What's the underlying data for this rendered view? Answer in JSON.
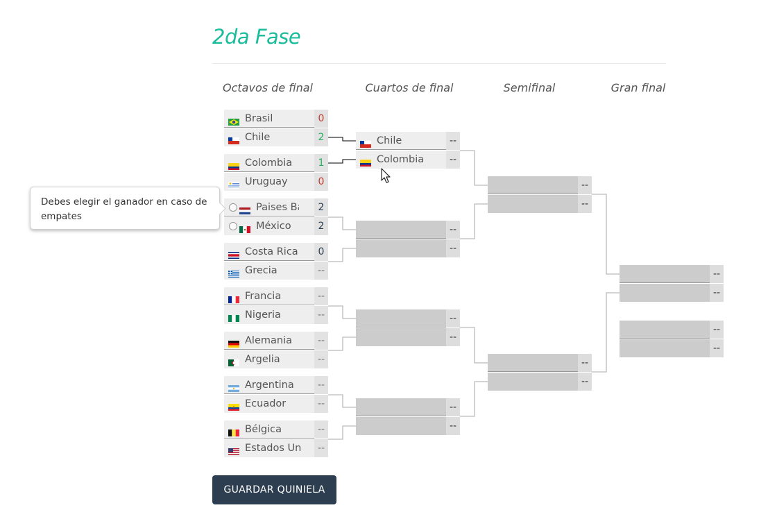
{
  "page": {
    "title": "2da Fase"
  },
  "rounds": {
    "round_of_16": "Octavos de final",
    "quarterfinals": "Cuartos de final",
    "semifinals": "Semifinal",
    "final": "Gran final"
  },
  "round_of_16": [
    {
      "team": "Brasil",
      "flag": "brasil-flag-icon",
      "score": "0",
      "status": "loser"
    },
    {
      "team": "Chile",
      "flag": "chile-flag-icon",
      "score": "2",
      "status": "winner"
    },
    {
      "team": "Colombia",
      "flag": "colombia-flag-icon",
      "score": "1",
      "status": "winner"
    },
    {
      "team": "Uruguay",
      "flag": "uruguay-flag-icon",
      "score": "0",
      "status": "loser"
    },
    {
      "team": "Paises Ba",
      "flag": "netherlands-flag-icon",
      "score": "2",
      "status": "draw",
      "radio": true
    },
    {
      "team": "México",
      "flag": "mexico-flag-icon",
      "score": "2",
      "status": "draw",
      "radio": true
    },
    {
      "team": "Costa Rica",
      "flag": "costa-rica-flag-icon",
      "score": "0",
      "status": "pending"
    },
    {
      "team": "Grecia",
      "flag": "greece-flag-icon",
      "score": "--",
      "status": "pending"
    },
    {
      "team": "Francia",
      "flag": "france-flag-icon",
      "score": "--",
      "status": "pending"
    },
    {
      "team": "Nigeria",
      "flag": "nigeria-flag-icon",
      "score": "--",
      "status": "pending"
    },
    {
      "team": "Alemania",
      "flag": "germany-flag-icon",
      "score": "--",
      "status": "pending"
    },
    {
      "team": "Argelia",
      "flag": "algeria-flag-icon",
      "score": "--",
      "status": "pending"
    },
    {
      "team": "Argentina",
      "flag": "argentina-flag-icon",
      "score": "--",
      "status": "pending"
    },
    {
      "team": "Ecuador",
      "flag": "ecuador-flag-icon",
      "score": "--",
      "status": "pending"
    },
    {
      "team": "Bélgica",
      "flag": "belgium-flag-icon",
      "score": "--",
      "status": "pending"
    },
    {
      "team": "Estados Un",
      "flag": "usa-flag-icon",
      "score": "--",
      "status": "pending"
    }
  ],
  "quarterfinals": [
    {
      "team": "Chile",
      "flag": "chile-flag-icon",
      "score": "--"
    },
    {
      "team": "Colombia",
      "flag": "colombia-flag-icon",
      "score": "--"
    },
    {
      "team": "",
      "score": "--"
    },
    {
      "team": "",
      "score": "--"
    },
    {
      "team": "",
      "score": "--"
    },
    {
      "team": "",
      "score": "--"
    },
    {
      "team": "",
      "score": "--"
    },
    {
      "team": "",
      "score": "--"
    }
  ],
  "semifinals": [
    {
      "team": "",
      "score": "--"
    },
    {
      "team": "",
      "score": "--"
    },
    {
      "team": "",
      "score": "--"
    },
    {
      "team": "",
      "score": "--"
    }
  ],
  "final": [
    {
      "team": "",
      "score": "--"
    },
    {
      "team": "",
      "score": "--"
    }
  ],
  "third_place": [
    {
      "team": "",
      "score": "--"
    },
    {
      "team": "",
      "score": "--"
    }
  ],
  "tooltip": {
    "text": "Debes elegir el ganador en caso de empates"
  },
  "actions": {
    "save_label": "GUARDAR QUINIELA"
  },
  "colors": {
    "accent": "#1abc9c",
    "button": "#2c3e50",
    "winner": "#27ae60",
    "loser": "#c0392b"
  }
}
